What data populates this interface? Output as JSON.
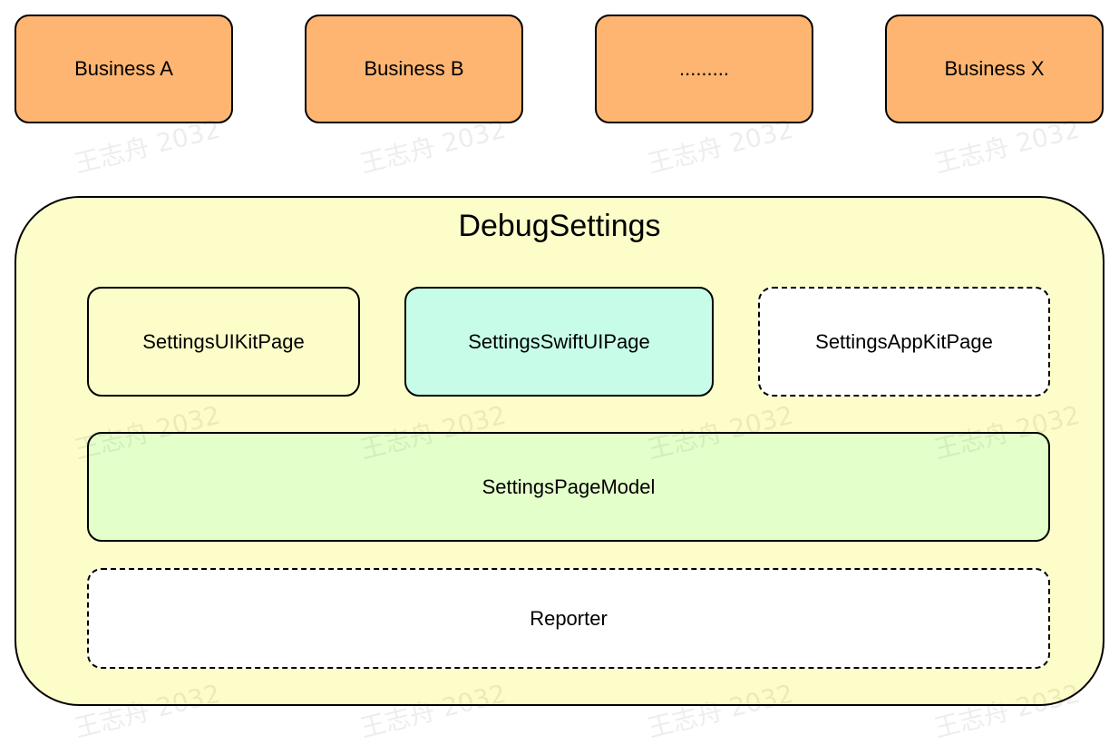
{
  "colors": {
    "business_fill": "#FDB571",
    "container_fill": "#FDFDC9",
    "uikit_fill": "#FDFDC9",
    "swiftui_fill": "#C7FDE8",
    "appkit_fill": "#FFFFFF",
    "model_fill": "#E3FFCA",
    "reporter_fill": "#FFFFFF",
    "border": "#000000"
  },
  "businesses": [
    {
      "label": "Business A"
    },
    {
      "label": "Business B"
    },
    {
      "label": "........."
    },
    {
      "label": "Business X"
    }
  ],
  "debug_settings": {
    "title": "DebugSettings",
    "pages": {
      "uikit": "SettingsUIKitPage",
      "swiftui": "SettingsSwiftUIPage",
      "appkit": "SettingsAppKitPage"
    },
    "model": "SettingsPageModel",
    "reporter": "Reporter"
  },
  "watermark": "王志舟 2032"
}
